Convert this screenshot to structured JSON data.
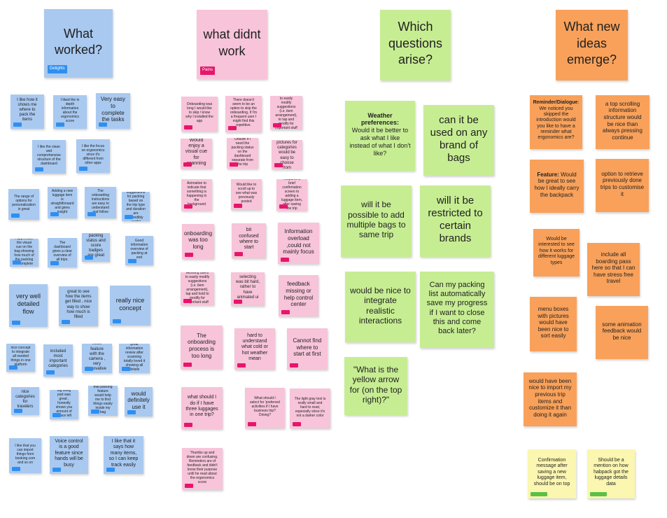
{
  "colors": {
    "blue_note": "#a9c9f0",
    "pink_note": "#f7c4d9",
    "green_note": "#c7ed93",
    "orange_note": "#f9a15a",
    "yellow_note": "#fbf6b0",
    "blue_tag": "#2f8ff1",
    "pink_tag": "#e6166b",
    "green_tag": "#5ac145"
  },
  "headers": {
    "worked": {
      "title": "What worked?",
      "tag": "Delights"
    },
    "didnt": {
      "title": "what didnt work",
      "tag": "Pains"
    },
    "questions": {
      "title": "Which questions arise?"
    },
    "ideas": {
      "title": "What new ideas emerge?"
    }
  },
  "worked": [
    "I like how it shows me where to pack the items",
    "I liked the in depth information about the ergonomics score",
    "Very easy to complete the tasks",
    "I like the clean and comprehensive structure of the dashboard",
    "I like the focus on ergonomics since it's different from other apps",
    "The range of options for personalization is great",
    "Adding a new luggage item is straightforward and gives insight",
    "The onboarding instructions are easy to understand and follow",
    "AI suggestions for packing based on the trip type and duration are incredibly useful",
    "I appreciate the visual cue on the bag showing how much of the packing is complete",
    "The dashboard gives a clear overview of all trips.",
    "packing status and score badges are great",
    "Good information overview of packing at end",
    "very well detailed flow",
    "great to see how the items get filled , nice way to show how much is filled",
    "really nice concept",
    "nice concept to integrate all needed things in one platform",
    "included most important categories",
    "voice feature with the camera , very innovative",
    "great information review after scanning totally loved it showing all details",
    "nice categories for travelers",
    "big filling part was great , honestly shows you amount of space left",
    "that packing feature would help me to find things easily inside my bag",
    "would definitely use it",
    "I like that you can import things from booking.com and so on",
    "Voice control is a good feature since hands will be busy",
    "I like that it says how many items, so I can keep track easily"
  ],
  "didnt": [
    "Onboarding was long I would like to skip / know why I installed the app",
    "There doesn't seem to be an option to skip the onboarding, if I'm a frequent user I might find this repetitive.",
    "Allowing users to easily modify suggestions (i.e. item arrangement), to tap and modify for important stuff",
    "Would enjoy a visual cue for scanning",
    "Unsure if I need the packing status on the dashboard separate from the trip",
    "more pictures for categories would be easy to choose from",
    "Animation to indicate that something is happening in the background",
    "Would like to scroll up to see what was previously posted",
    "Requires a brief confirmation screen to adding a luggage item, after saving the trip",
    "onboarding was too long",
    "bit confused where to start",
    "Information overload ,could not mainly focus",
    "Allowing users to easily modify suggestions (i.e. item arrangement), tap and hold to modify for important stuff",
    "selecting was bit hard, rather to have animated ui",
    "feedback missing or help control center",
    "The onboarding process is too long",
    "hard to understand what cold or hot weather mean",
    "Cannot find where to start at first",
    "what should I do if I have three luggages in one trip?",
    "What should I select for 'preferred activities if I have business trip? Dining?",
    "The light gray text is really small and hard to read, especially since it's not a darker color",
    "Thumbs up and down are confusing. Reminders are of feedback and didn't know their purpose until he read about the ergonomics score"
  ],
  "questions": {
    "weather_title": "Weather preferences:",
    "weather_body": "Would it be better to ask what I like instead of what I don't like?",
    "list": [
      "can it be used on any brand of bags",
      "will it be possible to add multiple bags to same trip",
      "will it be restricted to certain brands",
      "would be nice to integrate realistic interactions",
      "Can my packing list automatically save my progress if I want to close this and come back later?",
      "\"What is the yellow arrow for (on the top right)?\""
    ]
  },
  "ideas": {
    "reminder_title": "Reminder/Dialogue",
    "reminder_body": ": We noticed you skipped the introduction would you like to have a reminder what ergonomics are?",
    "feature_title": "Feature:",
    "feature_body": " Would be great to see how I ideally carry the backpack",
    "list": [
      "a top scrolling information structure would be nice than always pressing continue",
      "option to retrieve previously done trips to customise it",
      "Would be interested to see how it works for different luggage types",
      "include all boarding pass here so that I can have stress free travel",
      "menu boxes with pictures would have been nice to sort easily",
      "some animation feedback would be nice",
      "would have been nice to import my previous trip items and customize it than doing it again"
    ],
    "yellow": [
      "Confirmation message after saving a new luggage item, should be on top",
      "Should be a mention on how habpack got the luggage details data"
    ]
  }
}
